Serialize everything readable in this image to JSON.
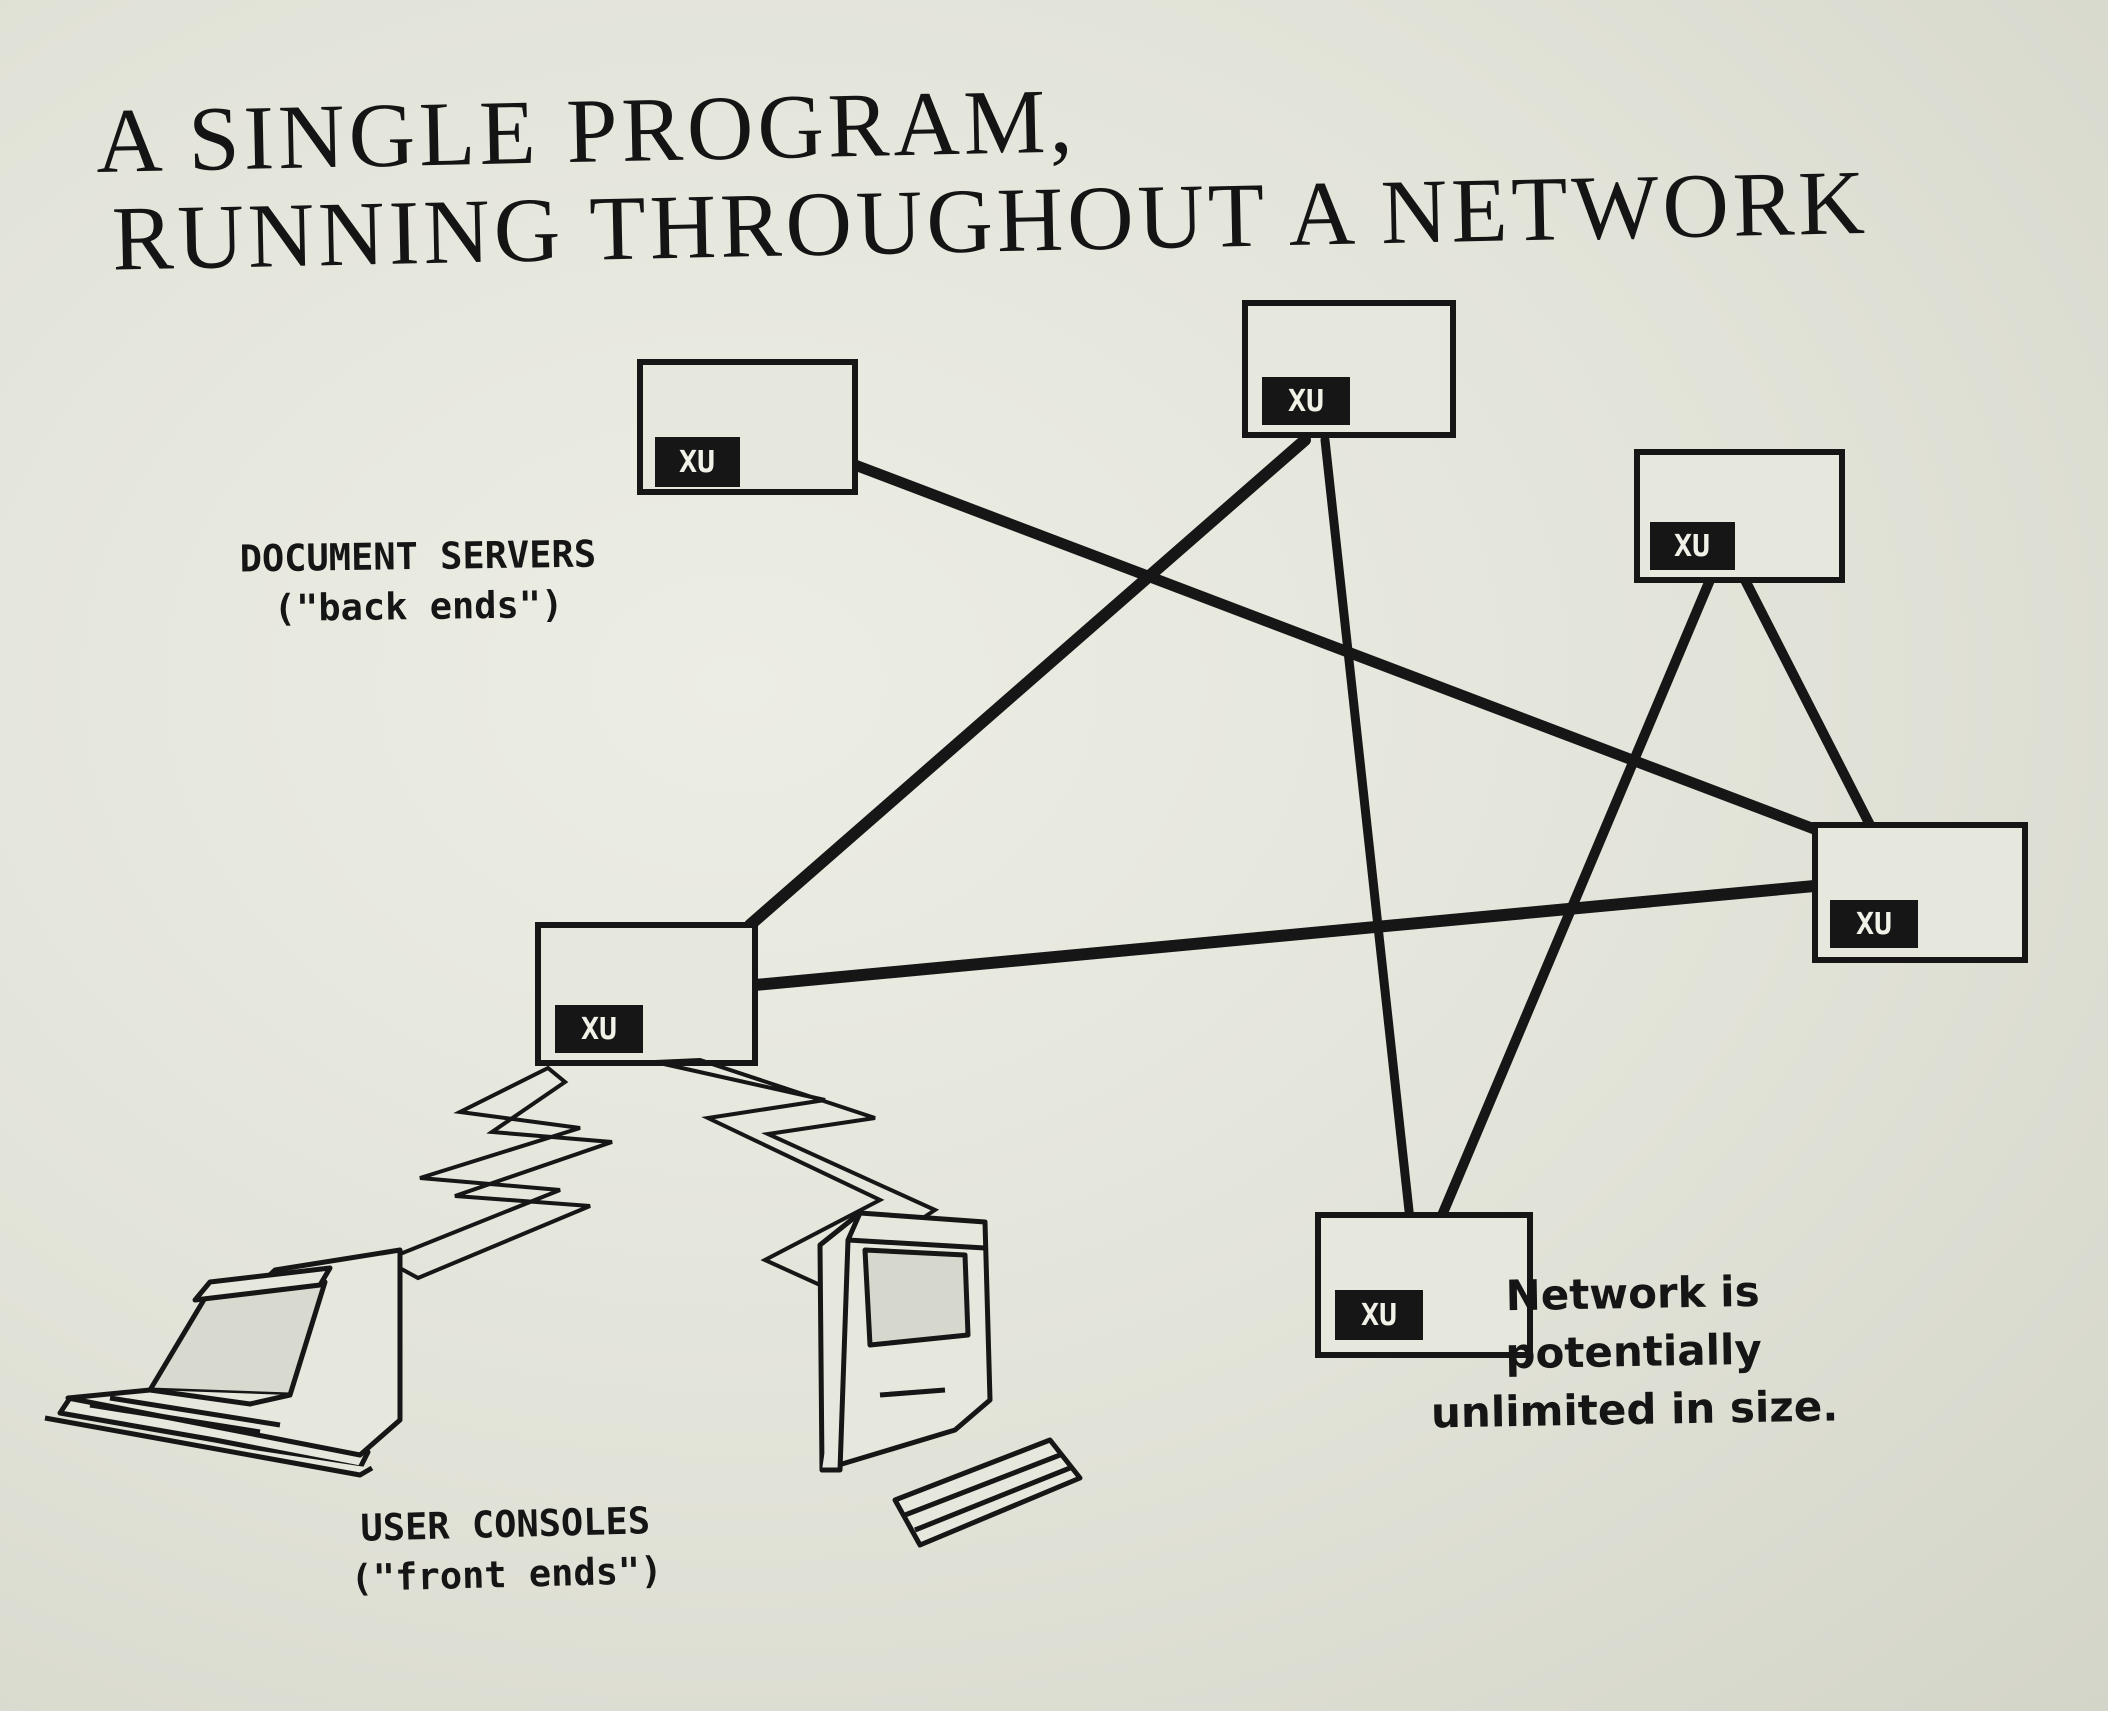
{
  "title": {
    "line1": "A SINGLE PROGRAM,",
    "line2": "RUNNING THROUGHOUT A NETWORK"
  },
  "labels": {
    "document_servers": {
      "line1": "DOCUMENT SERVERS",
      "line2": "(\"back ends\")"
    },
    "user_consoles": {
      "line1": "USER CONSOLES",
      "line2": "(\"front ends\")"
    },
    "network_note": {
      "line1": "Network is",
      "line2": "potentially",
      "line3": "unlimited in size."
    }
  },
  "node_badge": "XU",
  "nodes": [
    {
      "id": "server-top-left"
    },
    {
      "id": "server-top-center"
    },
    {
      "id": "server-top-right"
    },
    {
      "id": "server-right"
    },
    {
      "id": "server-bottom"
    },
    {
      "id": "server-console-hub"
    }
  ],
  "connections": [
    [
      "server-top-left",
      "server-right"
    ],
    [
      "server-top-center",
      "server-console-hub"
    ],
    [
      "server-top-center",
      "server-bottom"
    ],
    [
      "server-top-right",
      "server-bottom"
    ],
    [
      "server-top-right",
      "server-right"
    ],
    [
      "server-console-hub",
      "server-right"
    ]
  ],
  "consoles": [
    {
      "id": "laptop-console"
    },
    {
      "id": "desktop-console"
    }
  ],
  "colors": {
    "ink": "#161616",
    "paper": "#e3e4da",
    "badge_text": "#f1f1e8"
  }
}
